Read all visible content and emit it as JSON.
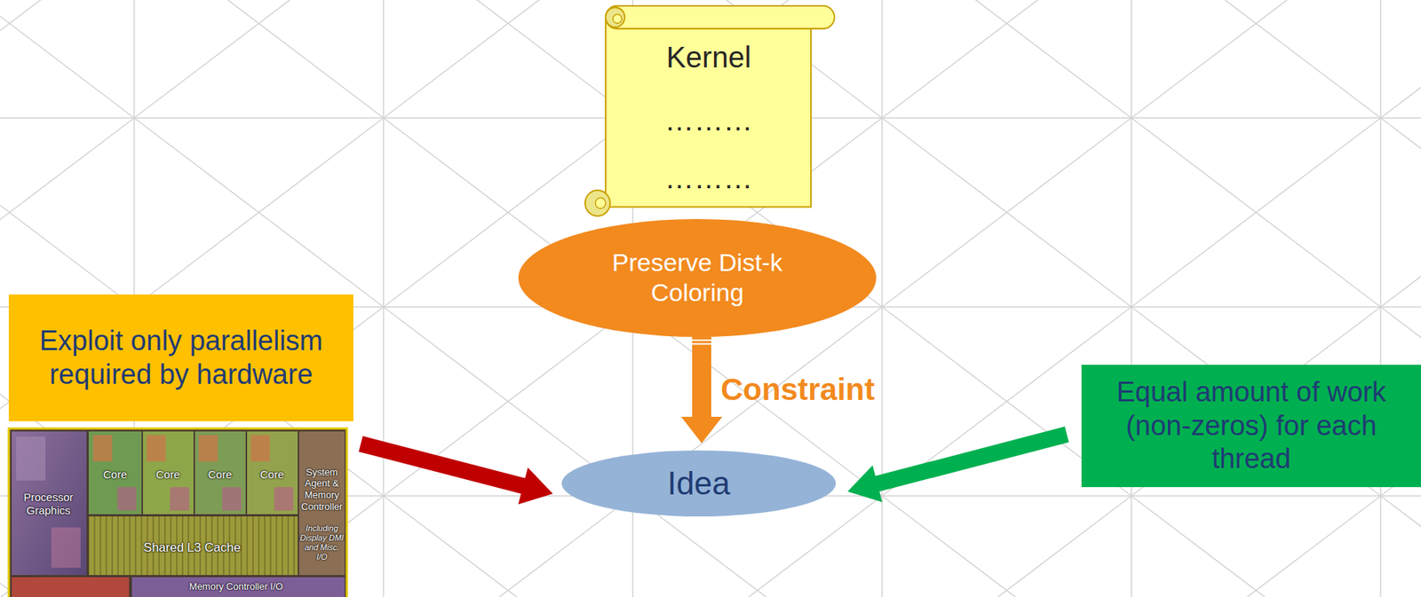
{
  "diagram": {
    "nodes": [
      {
        "text": [
          "Kernel",
          "………",
          "………"
        ]
      },
      {
        "text": [
          "Preserve Dist-k Coloring"
        ]
      },
      {
        "text": [
          "Exploit only parallelism required by hardware"
        ]
      },
      {
        "text": [
          "Idea"
        ]
      },
      {
        "text": [
          "Equal amount of work (non-zeros) for each thread"
        ]
      }
    ],
    "edges": [
      {
        "from": 1,
        "to": 3,
        "label": "Constraint",
        "arrow": "to"
      },
      {
        "from": 2,
        "to": 3,
        "arrow": "to"
      },
      {
        "from": 4,
        "to": 3,
        "arrow": "to"
      }
    ],
    "labels": [
      "Processor Graphics",
      "Core",
      "Core",
      "Core",
      "Core",
      "System Agent & Memory Controller",
      "Including Display DMI and Misc. I/O",
      "Shared L3 Cache",
      "Memory Controller I/O"
    ]
  }
}
